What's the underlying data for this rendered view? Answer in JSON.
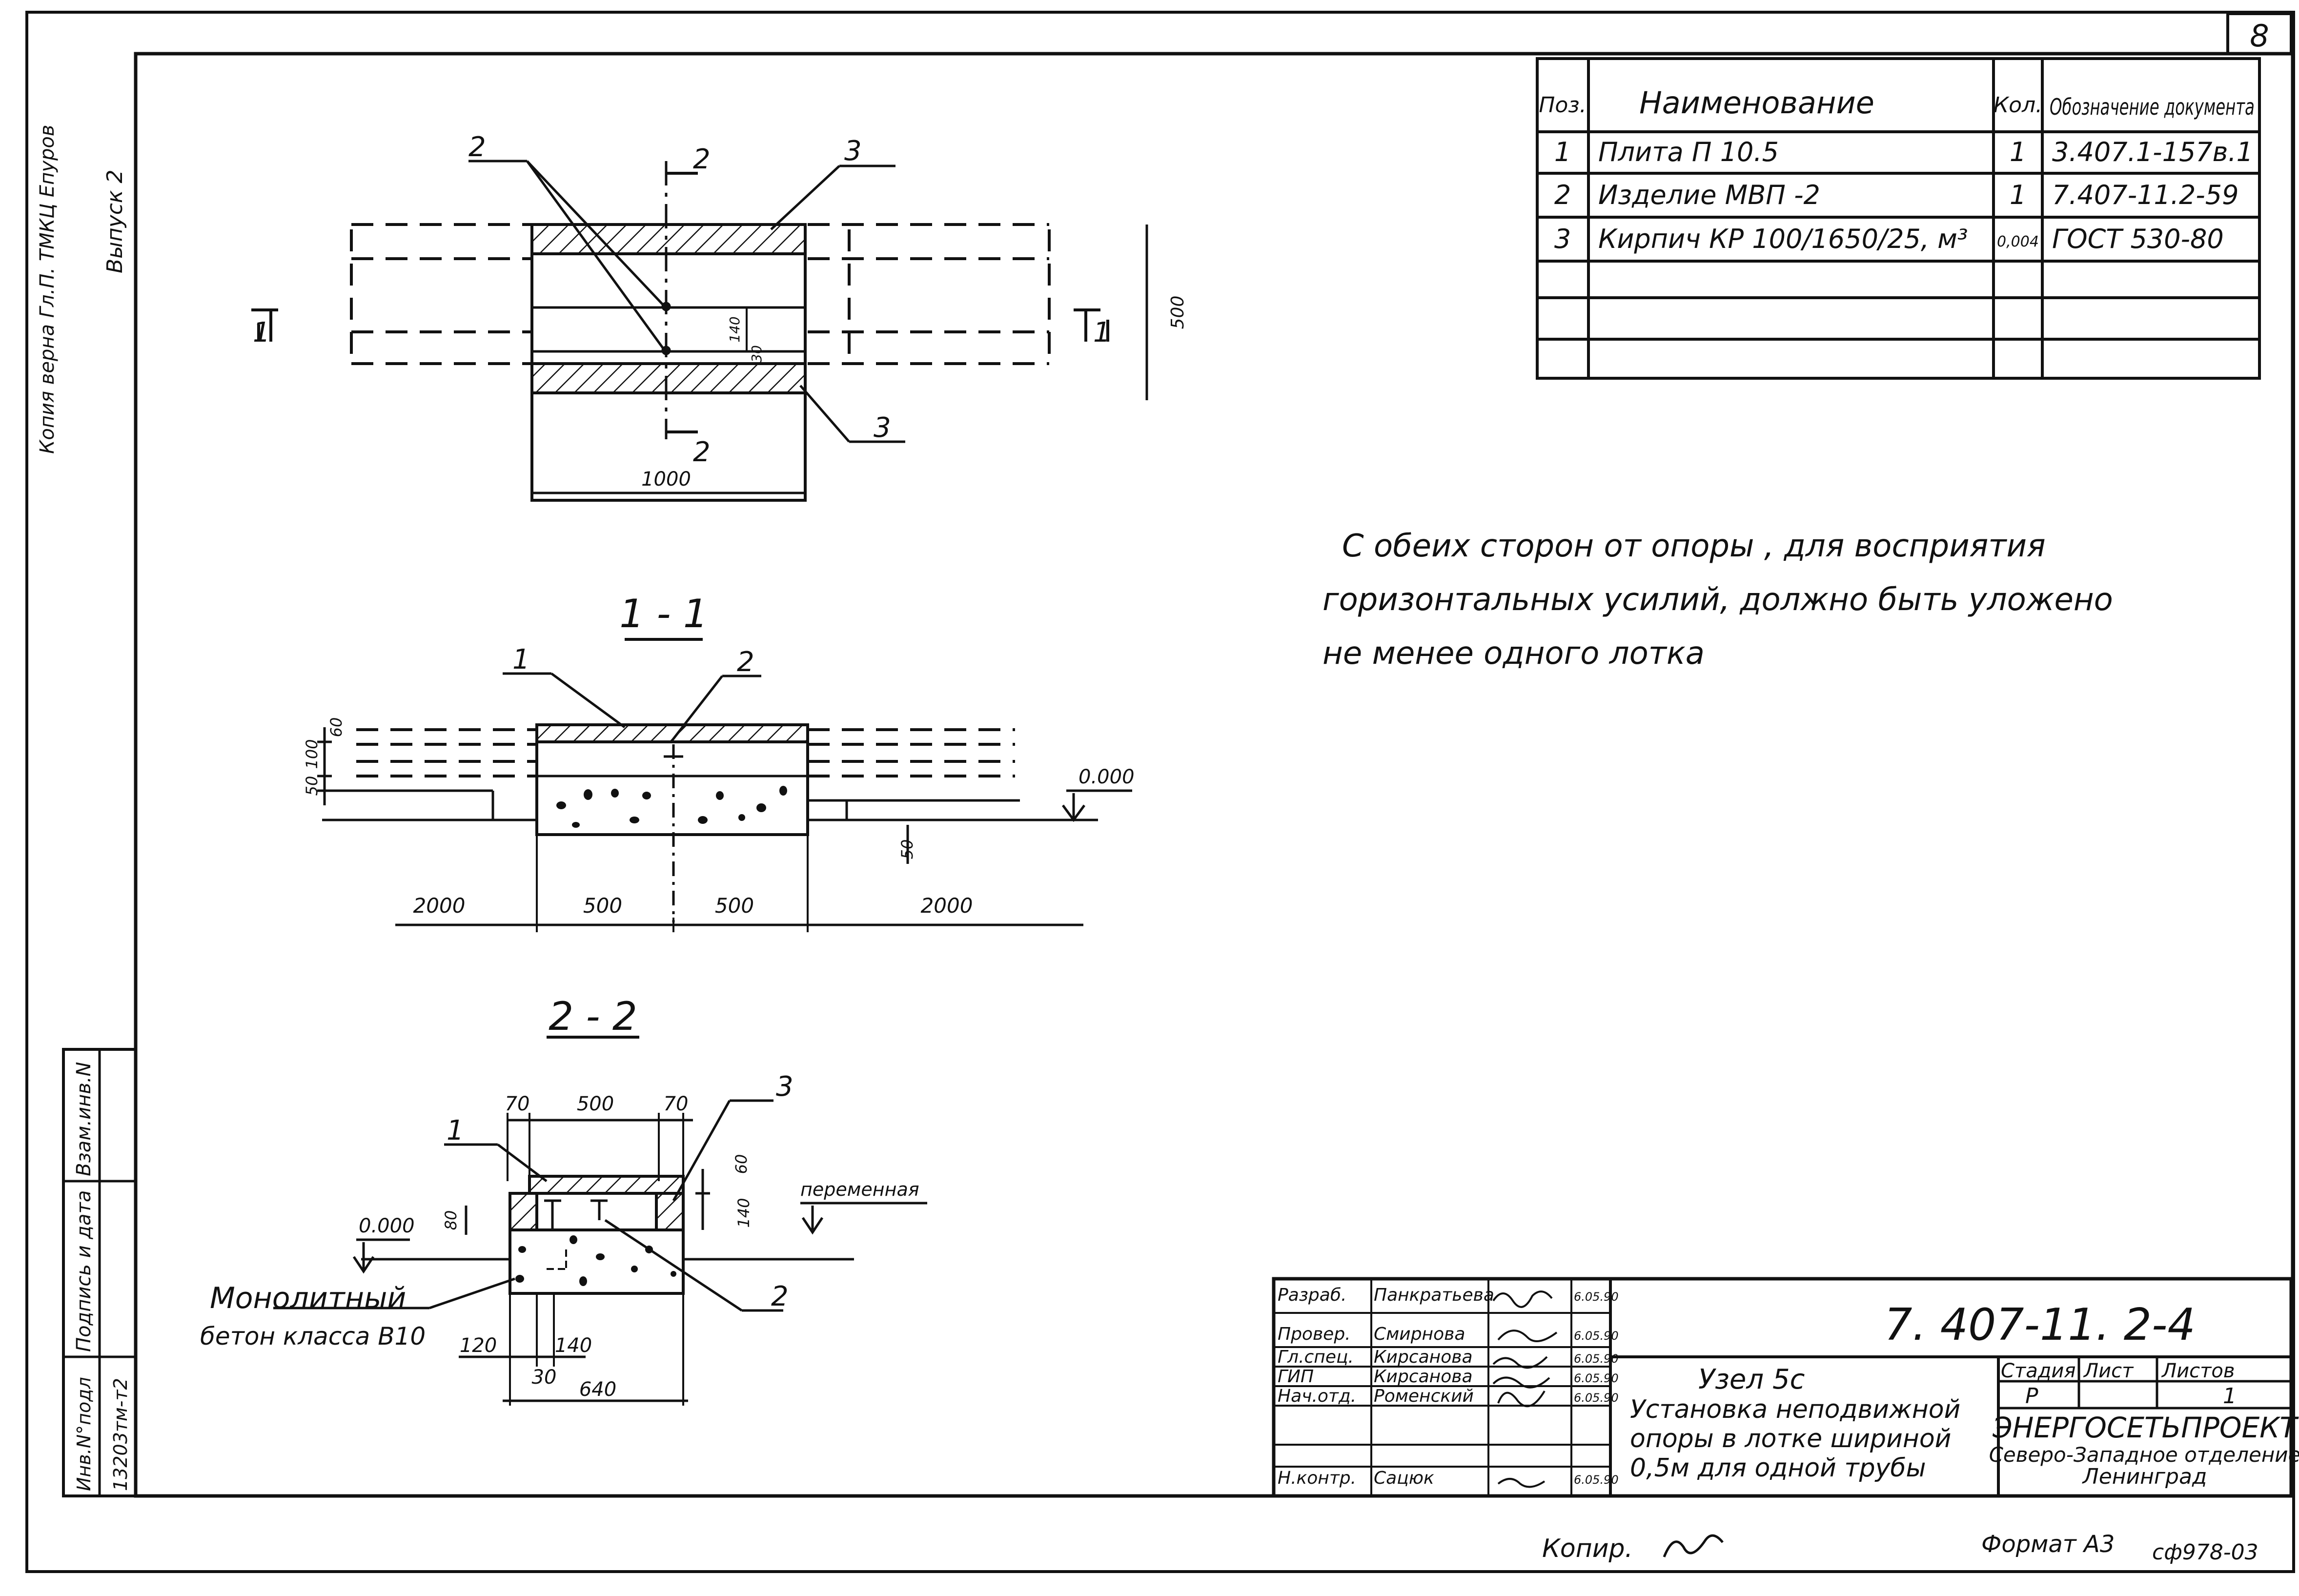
{
  "sheet_number": "8",
  "side_stamp": {
    "copy_note": "Копия верна Гл.П. ТМКЦ Епуров",
    "issue_note": "Выпуск 2",
    "inv_label": "Инв.N°подл",
    "inv_value": "13203тм-т2",
    "sign_label": "Подпись и дата",
    "swap_label": "Взам.инв.N"
  },
  "spec_table": {
    "headers": [
      "Поз.",
      "Наименование",
      "Кол.",
      "Обозначение документа"
    ],
    "rows": [
      [
        "1",
        "Плита П 10.5",
        "1",
        "3.407.1-157в.1"
      ],
      [
        "2",
        "Изделие МВП -2",
        "1",
        "7.407-11.2-59"
      ],
      [
        "3",
        "Кирпич КР 100/1650/25, м³",
        "0,004",
        "ГОСТ 530-80"
      ]
    ]
  },
  "note": [
    "С обеих сторон  от опоры , для восприятия",
    "горизонтальных усилий, должно быть уложено",
    "не менее одного лотка"
  ],
  "plan": {
    "callouts": {
      "a": "2",
      "b": "3",
      "c": "3"
    },
    "cut1_left": "1",
    "cut1_right": "1",
    "cut2_top": "2",
    "cut2_bottom": "2",
    "dim_width": "1000",
    "dim_height": "500",
    "dim_gap": "140",
    "dim_small": "30"
  },
  "section_1_1": {
    "title": "1 - 1",
    "callout_1": "1",
    "callout_2": "2",
    "elev": "0.000",
    "dim_60": "60",
    "dim_100": "100",
    "dim_50a": "50",
    "dim_50b": "50",
    "dims_bottom": [
      "2000",
      "500",
      "500",
      "2000"
    ]
  },
  "section_2_2": {
    "title": "2 - 2",
    "dims_top": [
      "70",
      "500",
      "70"
    ],
    "callout_1": "1",
    "callout_2": "2",
    "callout_3": "3",
    "dim_60": "60",
    "dim_140": "140",
    "dim_80": "80",
    "elev": "0.000",
    "variable_label": "переменная",
    "concrete_label_1": "Монолитный",
    "concrete_label_2": "бетон класса В10",
    "dims_bottom_row1": [
      "120",
      "140"
    ],
    "dim_30": "30",
    "dim_total": "640"
  },
  "title_block": {
    "doc_code": "7. 407-11. 2-4",
    "roles": [
      [
        "Разраб.",
        "Панкратьева",
        "6.05.90"
      ],
      [
        "Провер.",
        "Смирнова",
        "6.05.90"
      ],
      [
        "Гл.спец.",
        "Кирсанова",
        "6.05.90"
      ],
      [
        "ГИП",
        "Кирсанова",
        "6.05.90"
      ],
      [
        "Нач.отд.",
        "Роменский",
        "6.05.90"
      ],
      [
        "Н.контр.",
        "Сацюк",
        "6.05.90"
      ]
    ],
    "node_title": "Узел 5с",
    "description": [
      "Установка неподвижной",
      "опоры в лотке шириной",
      "0,5м для одной трубы"
    ],
    "stage_label": "Стадия",
    "sheet_label": "Лист",
    "sheets_label": "Листов",
    "stage_value": "Р",
    "sheets_value": "1",
    "org_name": "ЭНЕРГОСЕТЬПРОЕКТ",
    "org_branch": "Северо-Западное отделение",
    "org_city": "Ленинград"
  },
  "footer": {
    "copied": "Копир.",
    "format": "Формат А3",
    "archive_code": "сф978-03"
  }
}
